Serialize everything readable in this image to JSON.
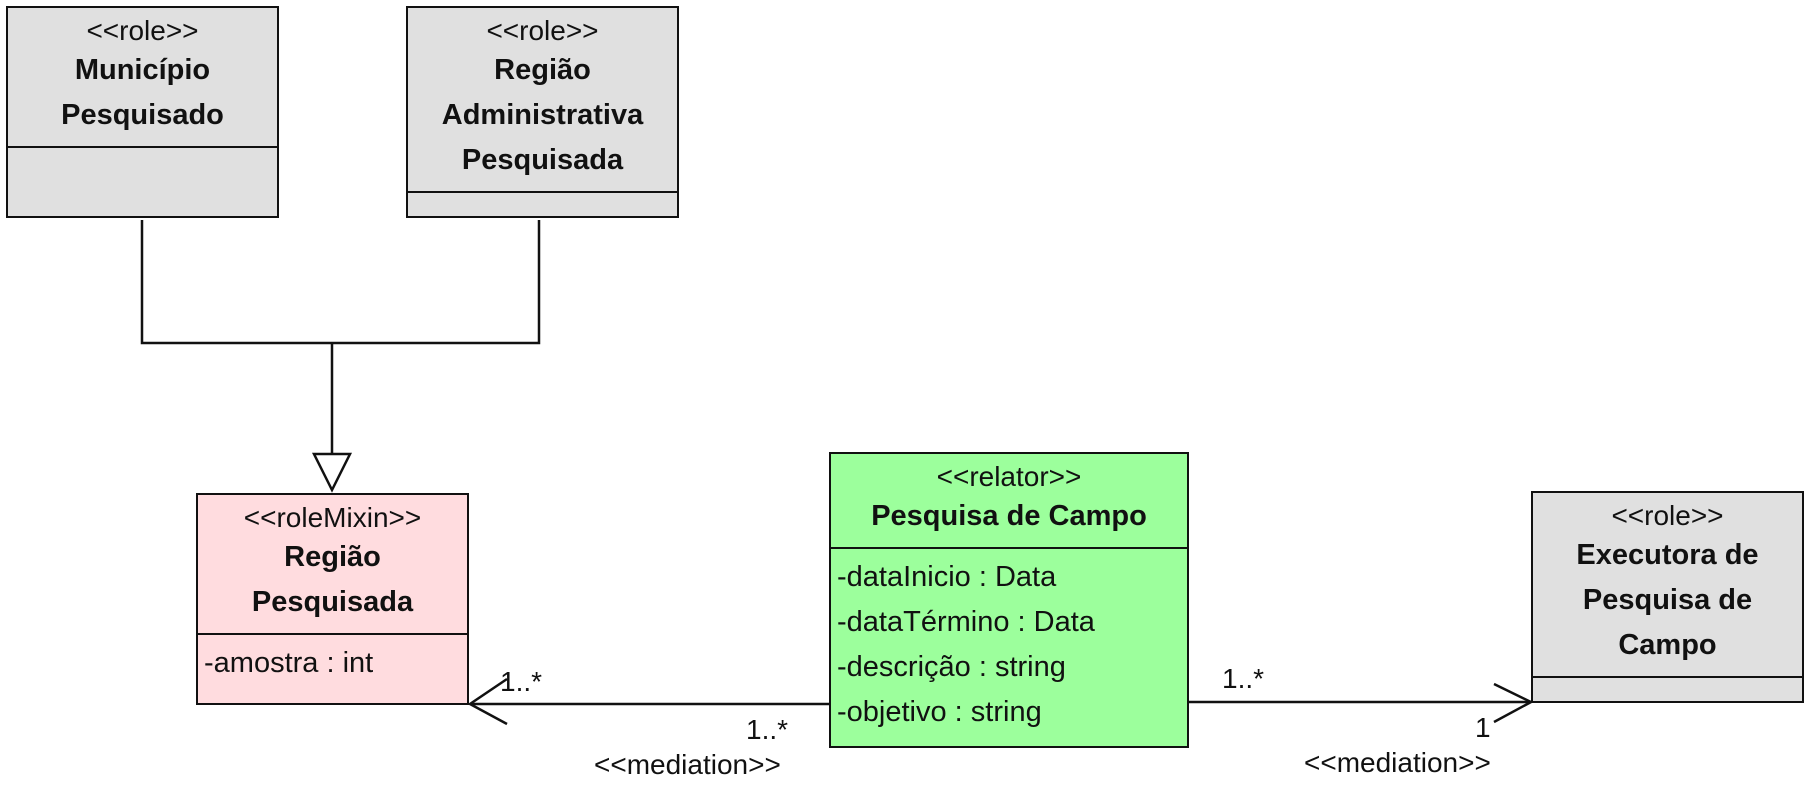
{
  "classes": {
    "municipio": {
      "stereotype": "<<role>>",
      "name_lines": [
        "Município",
        "Pesquisado"
      ],
      "attributes": []
    },
    "regiao_admin": {
      "stereotype": "<<role>>",
      "name_lines": [
        "Região",
        "Administrativa",
        "Pesquisada"
      ],
      "attributes": []
    },
    "regiao_pesquisada": {
      "stereotype": "<<roleMixin>>",
      "name_lines": [
        "Região",
        "Pesquisada"
      ],
      "attributes": [
        "-amostra : int"
      ]
    },
    "pesquisa_campo": {
      "stereotype": "<<relator>>",
      "name_lines": [
        "Pesquisa de Campo"
      ],
      "attributes": [
        "-dataInicio : Data",
        "-dataTérmino : Data",
        "-descrição : string",
        "-objetivo : string"
      ]
    },
    "executora": {
      "stereotype": "<<role>>",
      "name_lines": [
        "Executora de",
        "Pesquisa de",
        "Campo"
      ],
      "attributes": []
    }
  },
  "associations": {
    "left": {
      "stereotype": "<<mediation>>",
      "target_multiplicity": "1..*",
      "source_multiplicity": "1..*"
    },
    "right": {
      "stereotype": "<<mediation>>",
      "source_multiplicity": "1..*",
      "target_multiplicity": "1"
    }
  },
  "colors": {
    "role": "#e0e0e0",
    "roleMixin": "#ffdcdf",
    "relator": "#9cff9c",
    "line": "#111111"
  }
}
